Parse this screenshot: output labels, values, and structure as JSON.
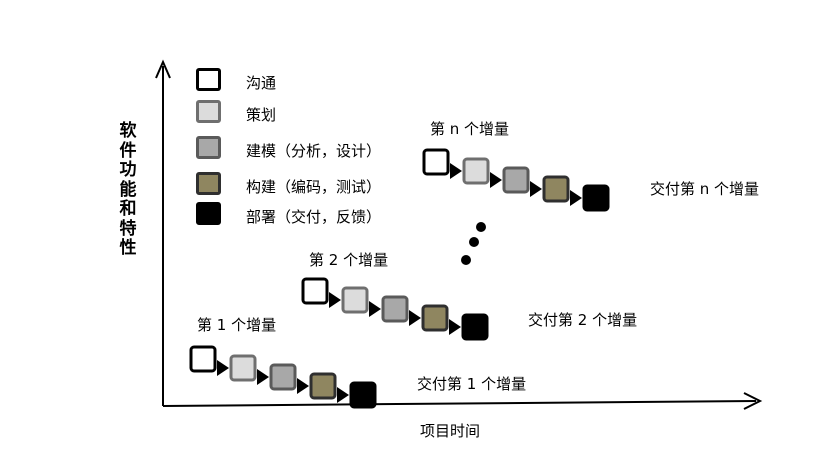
{
  "legend": [
    {
      "icon": "communication-box-icon",
      "label": "沟通",
      "fill": "#ffffff",
      "stroke": "#000000"
    },
    {
      "icon": "planning-box-icon",
      "label": "策划",
      "fill": "#dcdcdc",
      "stroke": "#6f6f6f"
    },
    {
      "icon": "modeling-box-icon",
      "label": "建模（分析，设计）",
      "fill": "#a8a8a8",
      "stroke": "#5a5a5a"
    },
    {
      "icon": "construction-box-icon",
      "label": "构建（编码，测试）",
      "fill": "#8f8660",
      "stroke": "#2f2f2f"
    },
    {
      "icon": "deployment-box-icon",
      "label": "部署（交付，反馈）",
      "fill": "#000000",
      "stroke": "#000000"
    }
  ],
  "axes": {
    "y_label": "软件功能和特性",
    "x_label": "项目时间"
  },
  "increments": [
    {
      "label": "第 1 个增量",
      "delivery": "交付第 1 个增量"
    },
    {
      "label": "第 2 个增量",
      "delivery": "交付第 2 个增量"
    },
    {
      "label": "第 n 个增量",
      "delivery": "交付第 n 个增量"
    }
  ]
}
